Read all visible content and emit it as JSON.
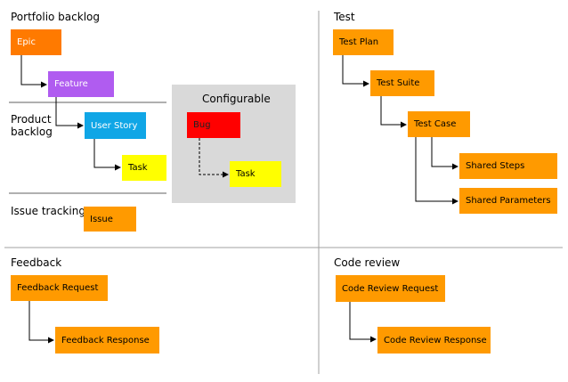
{
  "sections": {
    "portfolio_backlog": "Portfolio backlog",
    "product_backlog": "Product\nbacklog",
    "issue_tracking": "Issue tracking",
    "configurable": "Configurable",
    "test": "Test",
    "feedback": "Feedback",
    "code_review": "Code review"
  },
  "boxes": {
    "epic": "Epic",
    "feature": "Feature",
    "user_story": "User Story",
    "task_1": "Task",
    "issue": "Issue",
    "bug": "Bug",
    "task_2": "Task",
    "test_plan": "Test Plan",
    "test_suite": "Test Suite",
    "test_case": "Test Case",
    "shared_steps": "Shared Steps",
    "shared_parameters": "Shared Parameters",
    "feedback_request": "Feedback Request",
    "feedback_response": "Feedback Response",
    "code_review_request": "Code Review Request",
    "code_review_response": "Code Review Response"
  },
  "colors": {
    "orange": "#ff9a00",
    "dark_orange": "#ff7a00",
    "purple": "#b05cf0",
    "blue": "#10a6e6",
    "yellow": "#ffff00",
    "red": "#ff0000",
    "panel_gray": "#d9d9d9"
  }
}
